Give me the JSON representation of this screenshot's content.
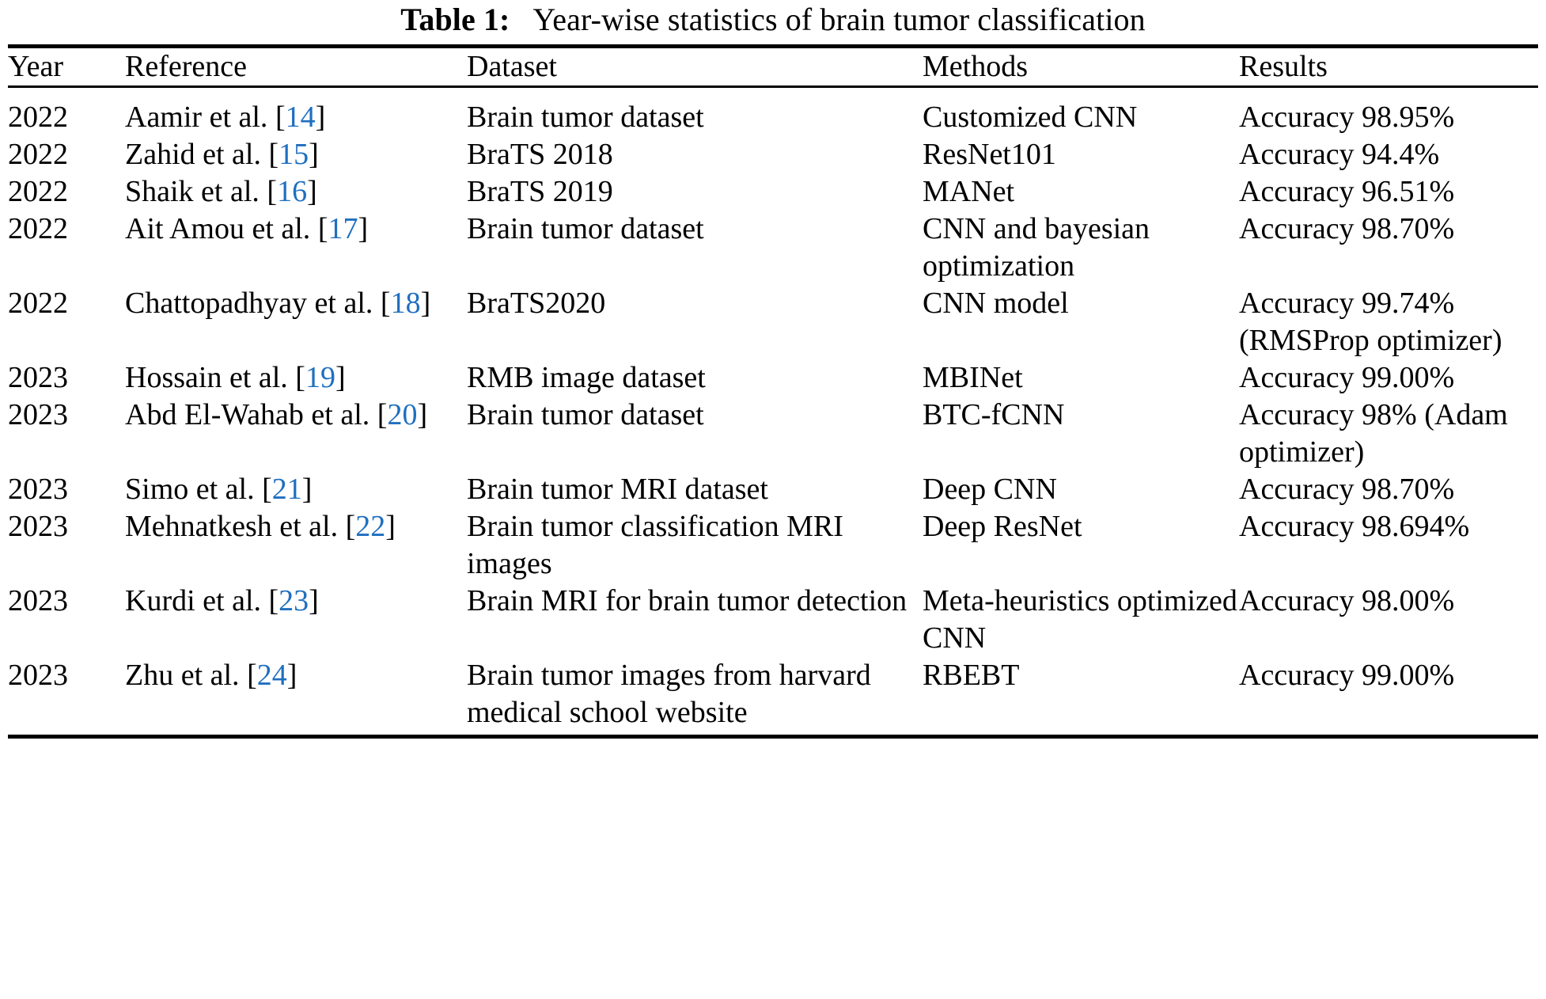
{
  "caption": {
    "label": "Table 1:",
    "text": "Year-wise statistics of brain tumor classification"
  },
  "colors": {
    "citation_link": "#1f6fc0",
    "rule": "#000000",
    "text": "#000000"
  },
  "table": {
    "columns": [
      "Year",
      "Reference",
      "Dataset",
      "Methods",
      "Results"
    ],
    "rows": [
      {
        "year": "2022",
        "reference": "Aamir et al.",
        "citation": "14",
        "dataset": "Brain tumor dataset",
        "methods": "Customized CNN",
        "results": "Accuracy 98.95%"
      },
      {
        "year": "2022",
        "reference": "Zahid et al.",
        "citation": "15",
        "dataset": "BraTS 2018",
        "methods": "ResNet101",
        "results": "Accuracy 94.4%"
      },
      {
        "year": "2022",
        "reference": "Shaik et al.",
        "citation": "16",
        "dataset": "BraTS 2019",
        "methods": "MANet",
        "results": "Accuracy 96.51%"
      },
      {
        "year": "2022",
        "reference": "Ait Amou et al.",
        "citation": "17",
        "dataset": "Brain tumor dataset",
        "methods": "CNN and bayesian optimization",
        "results": "Accuracy 98.70%"
      },
      {
        "year": "2022",
        "reference": "Chattopadhyay et al.",
        "citation": "18",
        "dataset": "BraTS2020",
        "methods": "CNN model",
        "results": "Accuracy 99.74% (RMSProp optimizer)"
      },
      {
        "year": "2023",
        "reference": "Hossain et al.",
        "citation": "19",
        "dataset": "RMB image dataset",
        "methods": "MBINet",
        "results": "Accuracy 99.00%"
      },
      {
        "year": "2023",
        "reference": "Abd El-Wahab et al.",
        "citation": "20",
        "dataset": "Brain tumor dataset",
        "methods": "BTC-fCNN",
        "results": "Accuracy 98% (Adam optimizer)"
      },
      {
        "year": "2023",
        "reference": "Simo et al.",
        "citation": "21",
        "dataset": "Brain tumor MRI dataset",
        "methods": "Deep CNN",
        "results": "Accuracy 98.70%"
      },
      {
        "year": "2023",
        "reference": "Mehnatkesh et al.",
        "citation": "22",
        "dataset": "Brain tumor classification MRI images",
        "methods": "Deep ResNet",
        "results": "Accuracy 98.694%"
      },
      {
        "year": "2023",
        "reference": "Kurdi et al.",
        "citation": "23",
        "dataset": "Brain MRI for brain tumor detection",
        "methods": "Meta-heuristics optimized CNN",
        "results": "Accuracy 98.00%"
      },
      {
        "year": "2023",
        "reference": "Zhu et al.",
        "citation": "24",
        "dataset": "Brain tumor images from harvard medical school website",
        "methods": "RBEBT",
        "results": "Accuracy 99.00%"
      }
    ]
  }
}
